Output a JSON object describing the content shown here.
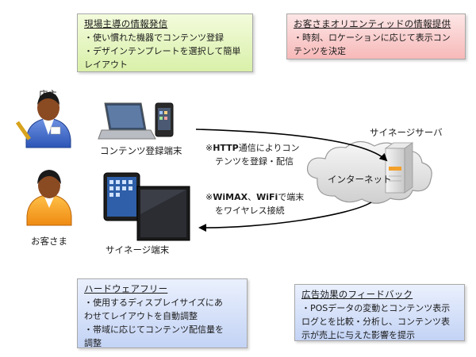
{
  "boxes": {
    "owner_info": {
      "title": "現場主導の情報発信",
      "lines": [
        "・使い慣れた機器でコンテンツ登録",
        "・デザインテンプレートを選択して簡単",
        "レイアウト"
      ]
    },
    "customer_info": {
      "title": "お客さまオリエンティッドの情報提供",
      "lines": [
        "・時刻、ロケーションに応じて表示コン",
        "テンツを決定"
      ]
    },
    "hardware_free": {
      "title": "ハードウェアフリー",
      "lines": [
        "・使用するディスプレイサイズにあ",
        "わせてレイアウトを自動調整",
        "・帯域に応じてコンテンツ配信量を",
        "調整"
      ]
    },
    "ad_feedback": {
      "title": "広告効果のフィードバック",
      "lines": [
        "・POSデータの変動とコンテンツ表示",
        "ログとを比較・分析し、コンテンツ表",
        "示が売上に与えた影響を提示"
      ]
    }
  },
  "labels": {
    "store_owner": "店主",
    "customer": "お客さま",
    "registration_terminal": "コンテンツ登録端末",
    "signage_terminal": "サイネージ端末",
    "signage_server": "サイネージサーバ",
    "internet": "インターネット"
  },
  "notes": {
    "http": {
      "prefix": "※",
      "bold": "HTTP",
      "rest": "通信によりコン",
      "line2": "テンツを登録・配信"
    },
    "wireless": {
      "prefix": "※",
      "bold1": "WiMAX",
      "sep": "、",
      "bold2": "WiFi",
      "rest": "で端末",
      "line2": "をワイヤレス接続"
    }
  },
  "colors": {
    "green_box": "#d9f0a9",
    "red_box": "#f7b9b9",
    "blue_box": "#c3d3f5",
    "arrow": "#000000",
    "cloud": "#dcdcdc"
  }
}
